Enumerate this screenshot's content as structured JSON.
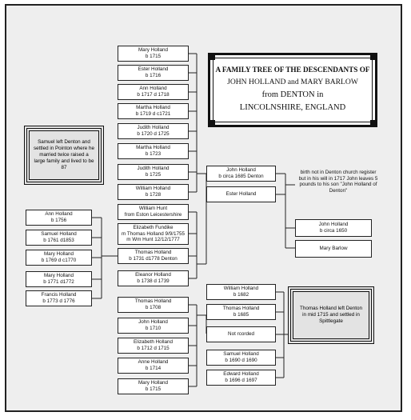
{
  "title": {
    "line1": "A FAMILY TREE OF THE DESCENDANTS OF",
    "line2": "JOHN HOLLAND and MARY BARLOW",
    "line3": "from DENTON in",
    "line4": "LINCOLNSHIRE, ENGLAND"
  },
  "notes": {
    "samuel": "Samuel left Denton and settled in Pointon where he married twice raised a large family and lived to be 87",
    "thomas": "Thomas Holland left Denton in mid 1715 and settled in Spittlegate",
    "birth": "birth not in Denton church register but in his will in 1717 John leaves 5 pounds to his son \"John Holland of Denton\""
  },
  "top_children": [
    {
      "name": "Mary Holland",
      "dates": "b 1715"
    },
    {
      "name": "Ester Holland",
      "dates": "b 1716"
    },
    {
      "name": "Ann Holland",
      "dates": "b 1717  d 1718"
    },
    {
      "name": "Martha Holland",
      "dates": "b 1719  d c1721"
    },
    {
      "name": "Judith Holland",
      "dates": "b 1720  d 1725"
    },
    {
      "name": "Martha Holland",
      "dates": "b 1723"
    },
    {
      "name": "Judith Holland",
      "dates": "b 1725"
    },
    {
      "name": "William Holland",
      "dates": "b 1728"
    },
    {
      "name": "William Hunt",
      "dates": "from Eston Leicestershire"
    },
    {
      "name": "Elizabeth Fundike",
      "dates": "m Thomas Holland 9/9/1755",
      "extra": "m Wm Hunt  12/12/1777"
    },
    {
      "name": "Thomas Holland",
      "dates": "b 1731 d1778 Denton"
    },
    {
      "name": "Eleanor Holland",
      "dates": "b 1738  d 1739"
    }
  ],
  "samuel_children": [
    {
      "name": "Ann Holland",
      "dates": "b 1756"
    },
    {
      "name": "Samuel Holland",
      "dates": "b 1761 d1853"
    },
    {
      "name": "Mary Holland",
      "dates": "b 1769  d  c1770"
    },
    {
      "name": "Mary Holland",
      "dates": "b 1771  d1772"
    },
    {
      "name": "Francis Holland",
      "dates": "b 1773  d 1776"
    }
  ],
  "bottom_children": [
    {
      "name": "Thomas Holland",
      "dates": "b 1708"
    },
    {
      "name": "John Holland",
      "dates": "b 1710"
    },
    {
      "name": "Elizabeth Holland",
      "dates": "b 1712  d 1715"
    },
    {
      "name": "Anne Holland",
      "dates": "b 1714"
    },
    {
      "name": "Mary Holland",
      "dates": "b 1715"
    }
  ],
  "john_children": [
    {
      "name": "William Holland",
      "dates": "b 1682"
    },
    {
      "name": "Thomas Holland",
      "dates": "b 1685"
    },
    {
      "name": "Not rcorded",
      "dates": ""
    },
    {
      "name": "Samuel Holland",
      "dates": "b 1690  d 1690"
    },
    {
      "name": "Edward Holland",
      "dates": "b 1696  d 1697"
    }
  ],
  "middle": {
    "john": {
      "name": "John Holland",
      "dates": "b circa 1685 Denton"
    },
    "ester": {
      "name": "Ester Holland",
      "dates": ""
    }
  },
  "parents": {
    "john": {
      "name": "John Holland",
      "dates": "b circa 1650"
    },
    "mary": {
      "name": "Mary Barlow",
      "dates": ""
    }
  }
}
